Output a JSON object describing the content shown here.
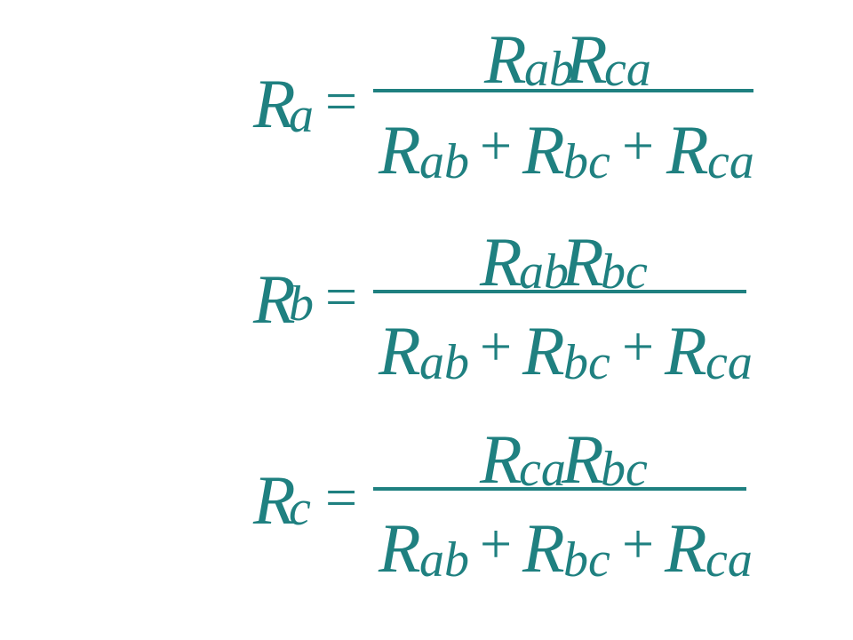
{
  "formulas": [
    {
      "id": "ra",
      "lhs": {
        "symbol": "R",
        "subscript": "a"
      },
      "equals": "=",
      "numerator": [
        {
          "symbol": "R",
          "subscript": "ab"
        },
        {
          "symbol": "R",
          "subscript": "ca"
        }
      ],
      "denominator": [
        {
          "symbol": "R",
          "subscript": "ab"
        },
        {
          "operator": "+"
        },
        {
          "symbol": "R",
          "subscript": "bc"
        },
        {
          "operator": "+"
        },
        {
          "symbol": "R",
          "subscript": "ca"
        }
      ]
    },
    {
      "id": "rb",
      "lhs": {
        "symbol": "R",
        "subscript": "b"
      },
      "equals": "=",
      "numerator": [
        {
          "symbol": "R",
          "subscript": "ab"
        },
        {
          "symbol": "R",
          "subscript": "bc"
        }
      ],
      "denominator": [
        {
          "symbol": "R",
          "subscript": "ab"
        },
        {
          "operator": "+"
        },
        {
          "symbol": "R",
          "subscript": "bc"
        },
        {
          "operator": "+"
        },
        {
          "symbol": "R",
          "subscript": "ca"
        }
      ]
    },
    {
      "id": "rc",
      "lhs": {
        "symbol": "R",
        "subscript": "c"
      },
      "equals": "=",
      "numerator": [
        {
          "symbol": "R",
          "subscript": "ca"
        },
        {
          "symbol": "R",
          "subscript": "bc"
        }
      ],
      "denominator": [
        {
          "symbol": "R",
          "subscript": "ab"
        },
        {
          "operator": "+"
        },
        {
          "symbol": "R",
          "subscript": "bc"
        },
        {
          "operator": "+"
        },
        {
          "symbol": "R",
          "subscript": "ca"
        }
      ]
    }
  ],
  "colors": {
    "formula_text": "#1f8080",
    "background": "#ffffff"
  }
}
